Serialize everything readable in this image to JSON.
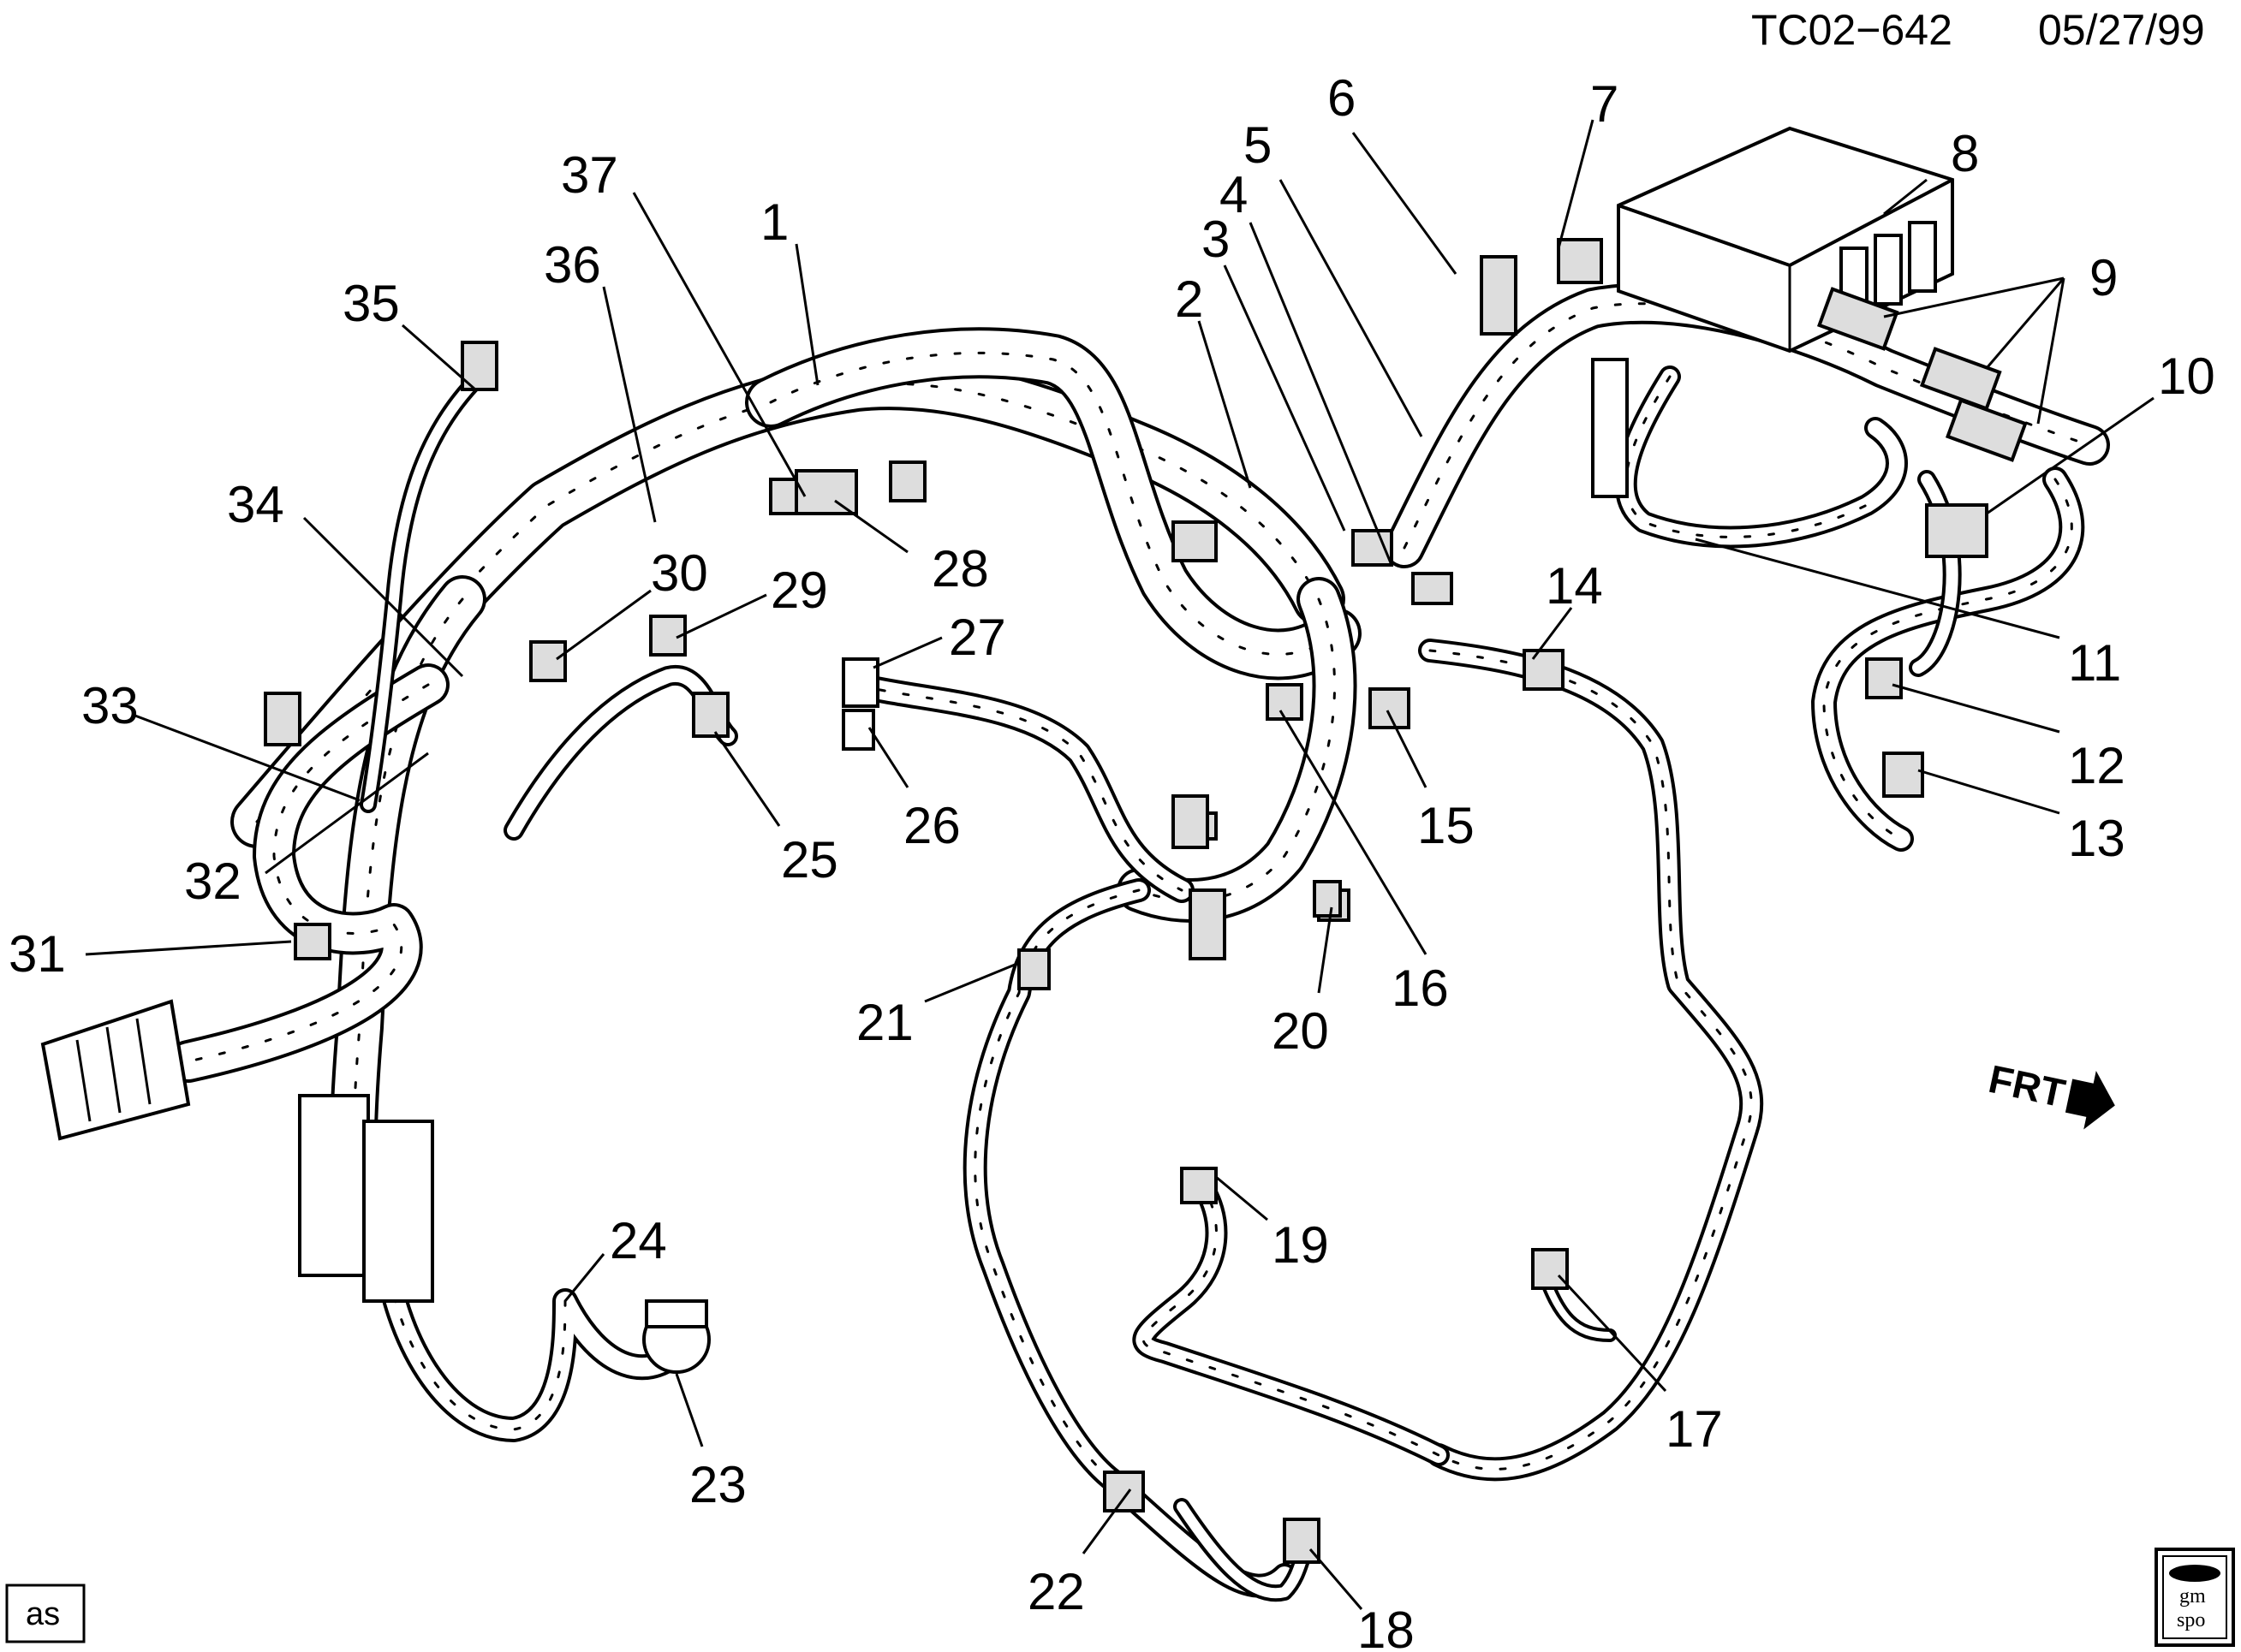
{
  "header": {
    "code": "TC02−642",
    "date": "05/27/99"
  },
  "direction_marker": {
    "text": "FRT",
    "icon": "arrow-right-icon"
  },
  "corner_tag": {
    "text": "as"
  },
  "logo": {
    "line1": "gm",
    "line2": "spo"
  },
  "callouts": [
    "1",
    "2",
    "3",
    "4",
    "5",
    "6",
    "7",
    "8",
    "9",
    "10",
    "11",
    "12",
    "13",
    "14",
    "15",
    "16",
    "17",
    "18",
    "19",
    "20",
    "21",
    "22",
    "23",
    "24",
    "25",
    "26",
    "27",
    "28",
    "29",
    "30",
    "31",
    "32",
    "33",
    "34",
    "35",
    "36",
    "37"
  ]
}
